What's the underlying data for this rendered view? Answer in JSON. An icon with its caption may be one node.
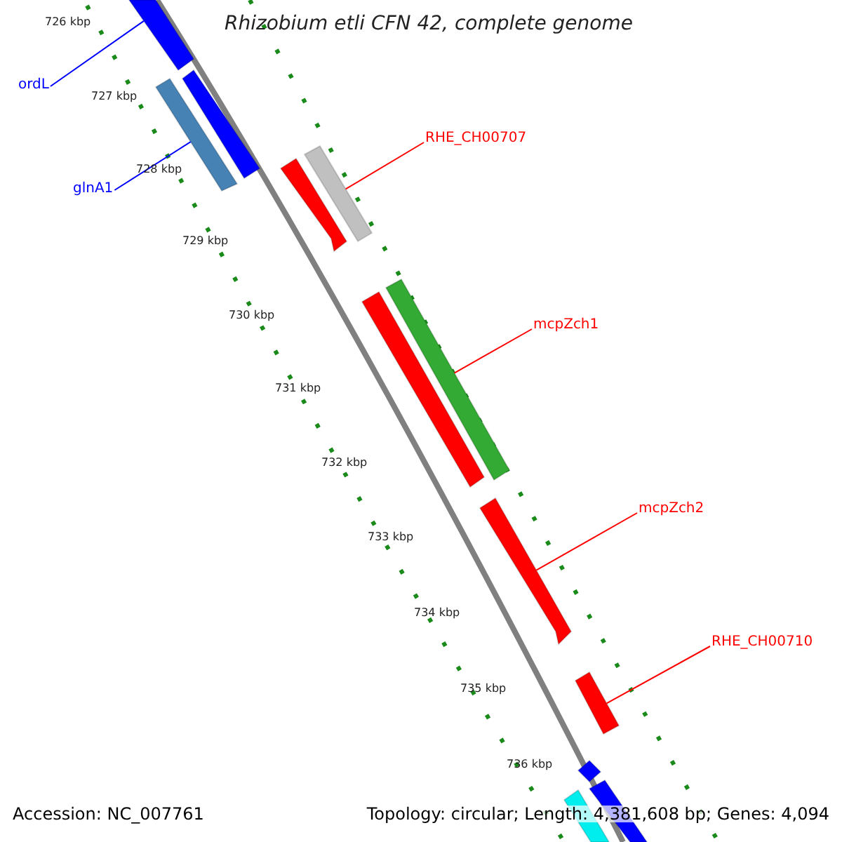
{
  "diagram": {
    "title": "Rhizobium etli CFN 42, complete genome",
    "nodes": [
      {
        "text": [
          "ordL"
        ]
      },
      {
        "text": [
          "glnA1"
        ]
      },
      {
        "text": [
          "RHE_CH00707"
        ]
      },
      {
        "text": [
          "mcpZch1"
        ]
      },
      {
        "text": [
          "mcpZch2"
        ]
      },
      {
        "text": [
          "RHE_CH00710"
        ]
      },
      {
        "text": [],
        "shape": "bar"
      },
      {
        "text": [],
        "shape": "bar"
      },
      {
        "text": [],
        "shape": "bar"
      },
      {
        "text": [],
        "shape": "bar"
      },
      {
        "text": [],
        "shape": "bar"
      },
      {
        "text": [],
        "shape": "bar"
      },
      {
        "text": [],
        "shape": "bar"
      },
      {
        "text": [],
        "shape": "bar"
      },
      {
        "text": [],
        "shape": "bar"
      },
      {
        "text": [],
        "shape": "bar"
      },
      {
        "text": [],
        "shape": "bar"
      },
      {
        "text": [],
        "shape": "bar"
      }
    ],
    "edges": [
      {
        "from": 0,
        "to": 6,
        "arrow": "none",
        "color": "#0000ff"
      },
      {
        "from": 1,
        "to": 8,
        "arrow": "none",
        "color": "#0000ff"
      },
      {
        "from": 2,
        "to": 9,
        "arrow": "none",
        "color": "#ff0000"
      },
      {
        "from": 3,
        "to": 11,
        "arrow": "none",
        "color": "#ff0000"
      },
      {
        "from": 4,
        "to": 13,
        "arrow": "none",
        "color": "#ff0000"
      },
      {
        "from": 5,
        "to": 14,
        "arrow": "none",
        "color": "#ff0000"
      }
    ],
    "labels": [
      "726 kbp",
      "727 kbp",
      "728 kbp",
      "729 kbp",
      "730 kbp",
      "731 kbp",
      "732 kbp",
      "733 kbp",
      "734 kbp",
      "735 kbp",
      "736 kbp",
      "Accession: NC_007761",
      "Topology: circular; Length: 4,381,608 bp; Genes: 4,094"
    ]
  }
}
